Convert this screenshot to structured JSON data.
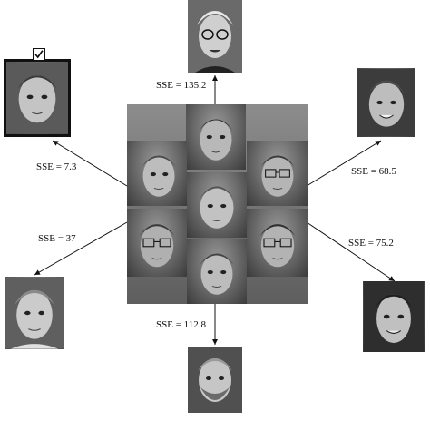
{
  "diagram": {
    "center_face_count": 7,
    "matches": [
      {
        "id": "top",
        "label": "SSE = 135.2",
        "selected": false
      },
      {
        "id": "top-left",
        "label": "SSE = 7.3",
        "selected": true
      },
      {
        "id": "top-right",
        "label": "SSE = 68.5",
        "selected": false
      },
      {
        "id": "bottom-left",
        "label": "SSE = 37",
        "selected": false
      },
      {
        "id": "bottom-right",
        "label": "SSE = 75.2",
        "selected": false
      },
      {
        "id": "bottom",
        "label": "SSE = 112.8",
        "selected": false
      }
    ],
    "selected_marker_icon": "checkbox-checked-icon"
  }
}
